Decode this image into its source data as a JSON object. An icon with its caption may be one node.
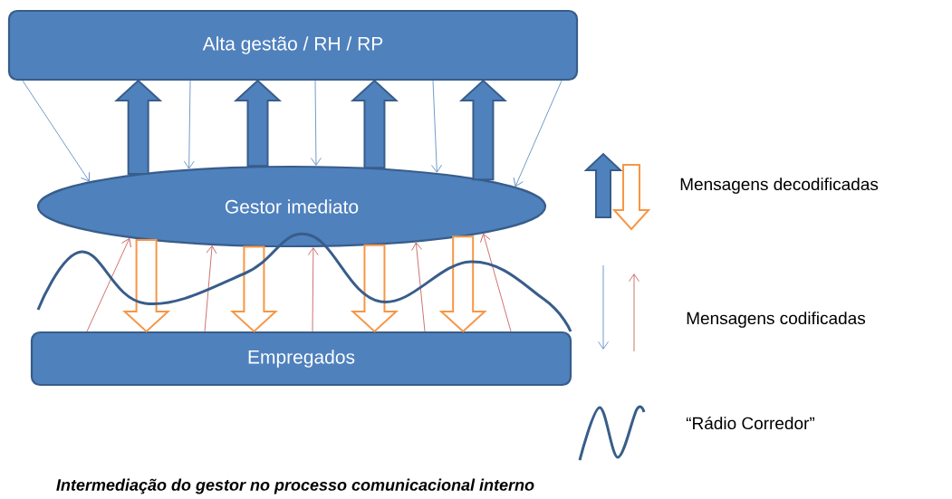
{
  "diagram": {
    "caption": "Intermediação do gestor no processo comunicacional interno",
    "nodes": [
      {
        "text": [
          "Alta gestão / RH / RP"
        ]
      },
      {
        "text": [
          "Gestor imediato"
        ]
      },
      {
        "text": [
          "Empregados"
        ]
      }
    ],
    "edges": [
      {
        "from": 0,
        "to": 1,
        "arrow": "to",
        "color": "#4f81bd"
      },
      {
        "from": 0,
        "to": 1,
        "arrow": "to",
        "color": "#4f81bd"
      },
      {
        "from": 0,
        "to": 1,
        "arrow": "to",
        "color": "#4f81bd"
      },
      {
        "from": 0,
        "to": 1,
        "arrow": "to",
        "color": "#4f81bd"
      },
      {
        "from": 0,
        "to": 1,
        "arrow": "to",
        "color": "#4f81bd"
      },
      {
        "from": 1,
        "to": 0,
        "arrow": "to",
        "style": "thick",
        "color": "#4f81bd"
      },
      {
        "from": 1,
        "to": 0,
        "arrow": "to",
        "style": "thick",
        "color": "#4f81bd"
      },
      {
        "from": 1,
        "to": 0,
        "arrow": "to",
        "style": "thick",
        "color": "#4f81bd"
      },
      {
        "from": 1,
        "to": 0,
        "arrow": "to",
        "style": "thick",
        "color": "#4f81bd"
      },
      {
        "from": 2,
        "to": 1,
        "arrow": "to",
        "color": "#c0504d"
      },
      {
        "from": 2,
        "to": 1,
        "arrow": "to",
        "color": "#c0504d"
      },
      {
        "from": 2,
        "to": 1,
        "arrow": "to",
        "color": "#c0504d"
      },
      {
        "from": 2,
        "to": 1,
        "arrow": "to",
        "color": "#c0504d"
      },
      {
        "from": 2,
        "to": 1,
        "arrow": "to",
        "color": "#c0504d"
      },
      {
        "from": 1,
        "to": 2,
        "arrow": "to",
        "style": "thick",
        "color": "#f79646"
      },
      {
        "from": 1,
        "to": 2,
        "arrow": "to",
        "style": "thick",
        "color": "#f79646"
      },
      {
        "from": 1,
        "to": 2,
        "arrow": "to",
        "style": "thick",
        "color": "#f79646"
      },
      {
        "from": 1,
        "to": 2,
        "arrow": "to",
        "style": "thick",
        "color": "#f79646"
      }
    ],
    "legend": [
      {
        "text": "Mensagens decodificadas"
      },
      {
        "text": "Mensagens codificadas"
      },
      {
        "text": "“Rádio Corredor”"
      }
    ]
  }
}
